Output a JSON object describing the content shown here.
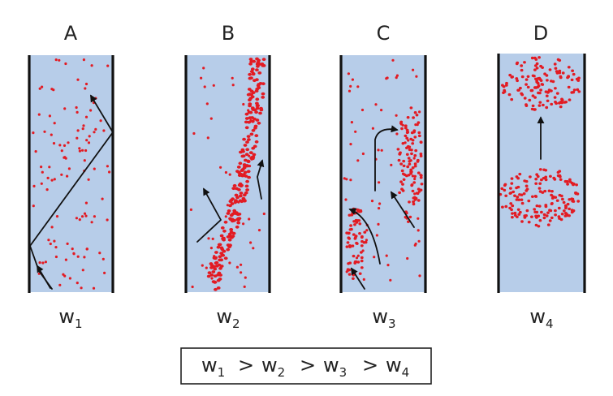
{
  "colors": {
    "fluid": "#b7cde9",
    "particle": "#e21b23",
    "wall": "#111111",
    "arrow": "#111111"
  },
  "panels": [
    {
      "letter": "A",
      "label_main": "w",
      "label_sub": "1"
    },
    {
      "letter": "B",
      "label_main": "w",
      "label_sub": "2"
    },
    {
      "letter": "C",
      "label_main": "w",
      "label_sub": "3"
    },
    {
      "letter": "D",
      "label_main": "w",
      "label_sub": "4"
    }
  ],
  "relation": {
    "terms": [
      {
        "main": "w",
        "sub": "1"
      },
      {
        "main": "w",
        "sub": "2"
      },
      {
        "main": "w",
        "sub": "3"
      },
      {
        "main": "w",
        "sub": "4"
      }
    ],
    "operator": ">"
  }
}
